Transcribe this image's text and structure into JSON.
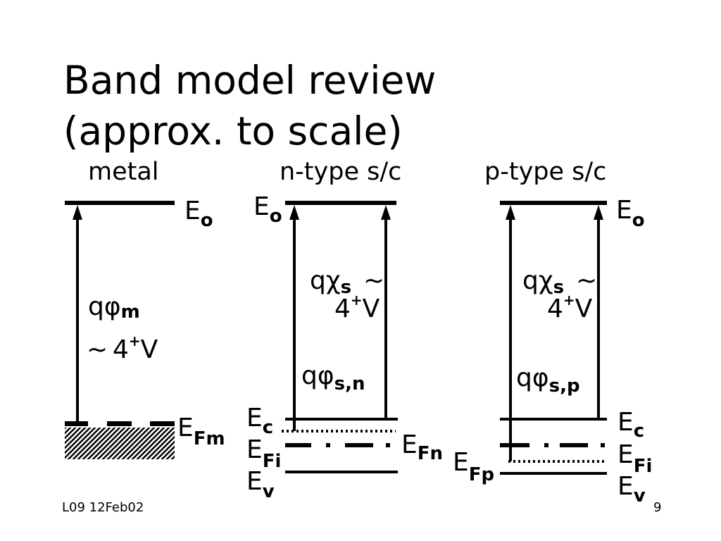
{
  "slide": {
    "title": [
      "Band model review",
      "(approx. to scale)"
    ],
    "footer_left": "L09 12Feb02",
    "page_number": "9"
  },
  "metal": {
    "heading": "metal",
    "vacuum_level_label": {
      "main": "E",
      "sub": "o"
    },
    "work_function_label": {
      "main": "qφ",
      "sub": "m"
    },
    "work_function_value": {
      "prefix": "~",
      "number": "4",
      "sup": "+",
      "unit": "V"
    },
    "fermi_level_label": {
      "main": "E",
      "sub": "Fm"
    }
  },
  "n_type": {
    "heading": "n-type s/c",
    "vacuum_level_label": {
      "main": "E",
      "sub": "o"
    },
    "electron_affinity_label": {
      "main": "qχ",
      "sub": "s",
      "suffix": "~"
    },
    "electron_affinity_value": {
      "number": "4",
      "sup": "+",
      "unit": "V"
    },
    "work_function_label": {
      "main": "qφ",
      "sub": "s,n"
    },
    "conduction_band_label": {
      "main": "E",
      "sub": "c"
    },
    "intrinsic_level_label": {
      "main": "E",
      "sub": "Fi"
    },
    "valence_band_label": {
      "main": "E",
      "sub": "v"
    },
    "fermi_level_label": {
      "main": "E",
      "sub": "Fn"
    }
  },
  "p_type": {
    "heading": "p-type s/c",
    "vacuum_level_label": {
      "main": "E",
      "sub": "o"
    },
    "electron_affinity_label": {
      "main": "qχ",
      "sub": "s",
      "suffix": "~"
    },
    "electron_affinity_value": {
      "number": "4",
      "sup": "+",
      "unit": "V"
    },
    "work_function_label": {
      "main": "qφ",
      "sub": "s,p"
    },
    "conduction_band_label": {
      "main": "E",
      "sub": "c"
    },
    "intrinsic_level_label": {
      "main": "E",
      "sub": "Fi"
    },
    "valence_band_label": {
      "main": "E",
      "sub": "v"
    },
    "fermi_level_label": {
      "main": "E",
      "sub": "Fp"
    }
  },
  "colors": {
    "ink": "#000000",
    "background": "#ffffff"
  }
}
